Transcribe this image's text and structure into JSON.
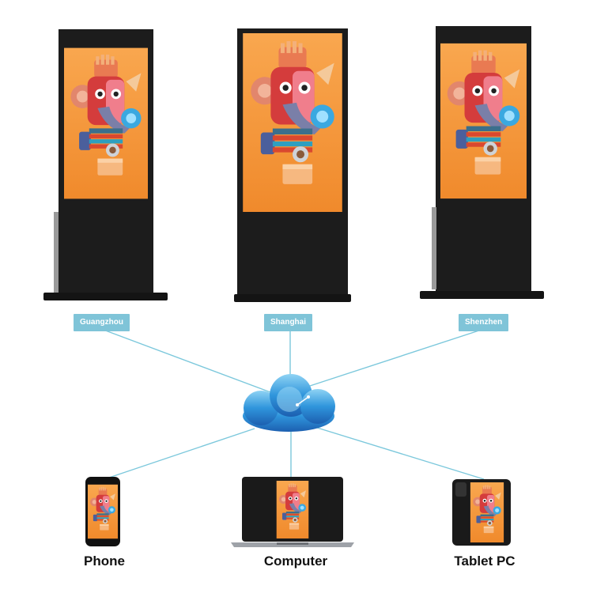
{
  "locations": [
    {
      "name": "Guangzhou"
    },
    {
      "name": "Shanghai"
    },
    {
      "name": "Shenzhen"
    }
  ],
  "devices": [
    {
      "label": "Phone",
      "icon": "phone-icon"
    },
    {
      "label": "Computer",
      "icon": "laptop-icon"
    },
    {
      "label": "Tablet PC",
      "icon": "tablet-icon"
    }
  ],
  "colors": {
    "link": "#7cc8dc",
    "tag": "#7fc4d8",
    "cloud": "#2d8fd8",
    "screen_bg": "#f7a24a",
    "kiosk": "#1c1c1c"
  }
}
